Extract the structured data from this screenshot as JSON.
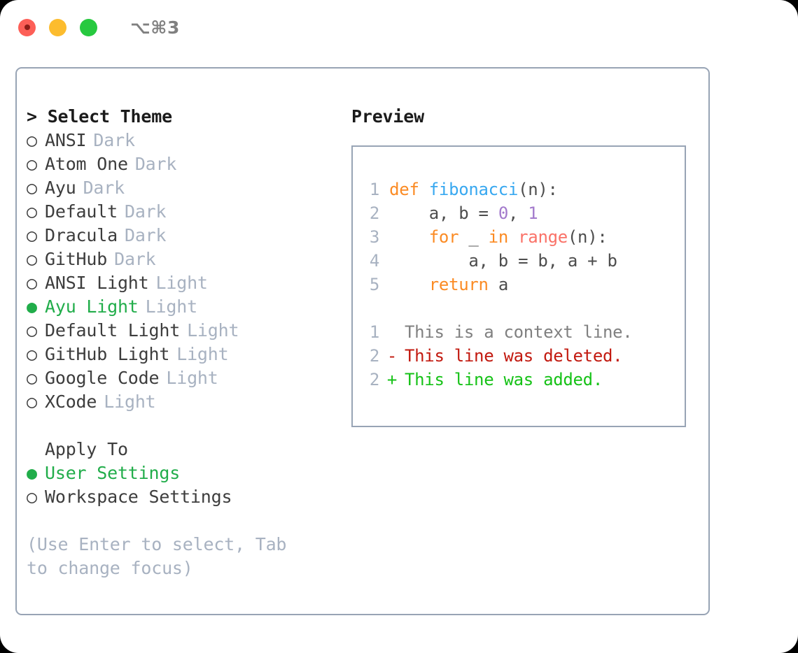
{
  "titlebar": {
    "shortcut": "⌥⌘3",
    "lights": [
      "close",
      "minimize",
      "maximize"
    ]
  },
  "theme_list": {
    "header": "> Select Theme",
    "items": [
      {
        "bullet": "○",
        "label": "ANSI",
        "tag": "Dark",
        "selected": false
      },
      {
        "bullet": "○",
        "label": "Atom One",
        "tag": "Dark",
        "selected": false
      },
      {
        "bullet": "○",
        "label": "Ayu",
        "tag": "Dark",
        "selected": false
      },
      {
        "bullet": "○",
        "label": "Default",
        "tag": "Dark",
        "selected": false
      },
      {
        "bullet": "○",
        "label": "Dracula",
        "tag": "Dark",
        "selected": false
      },
      {
        "bullet": "○",
        "label": "GitHub",
        "tag": "Dark",
        "selected": false
      },
      {
        "bullet": "○",
        "label": "ANSI Light",
        "tag": "Light",
        "selected": false
      },
      {
        "bullet": "●",
        "label": "Ayu Light",
        "tag": "Light",
        "selected": true
      },
      {
        "bullet": "○",
        "label": "Default Light",
        "tag": "Light",
        "selected": false
      },
      {
        "bullet": "○",
        "label": "GitHub Light",
        "tag": "Light",
        "selected": false
      },
      {
        "bullet": "○",
        "label": "Google Code",
        "tag": "Light",
        "selected": false
      },
      {
        "bullet": "○",
        "label": "XCode",
        "tag": "Light",
        "selected": false
      }
    ]
  },
  "apply_to": {
    "header": "Apply To",
    "items": [
      {
        "bullet": "●",
        "label": "User Settings",
        "selected": true
      },
      {
        "bullet": "○",
        "label": "Workspace Settings",
        "selected": false
      }
    ]
  },
  "hint": "(Use Enter to select, Tab to change focus)",
  "preview": {
    "header": "Preview",
    "code_lines": [
      {
        "n": "1",
        "tokens": [
          {
            "t": "def",
            "c": "kw"
          },
          {
            "t": " ",
            "c": "pn"
          },
          {
            "t": "fibonacci",
            "c": "fn"
          },
          {
            "t": "(n):",
            "c": "pn"
          }
        ]
      },
      {
        "n": "2",
        "tokens": [
          {
            "t": "    a, b = ",
            "c": "pn"
          },
          {
            "t": "0",
            "c": "num"
          },
          {
            "t": ", ",
            "c": "pn"
          },
          {
            "t": "1",
            "c": "num"
          }
        ]
      },
      {
        "n": "3",
        "tokens": [
          {
            "t": "    ",
            "c": "pn"
          },
          {
            "t": "for",
            "c": "kw"
          },
          {
            "t": " _ ",
            "c": "pn"
          },
          {
            "t": "in",
            "c": "kw"
          },
          {
            "t": " ",
            "c": "pn"
          },
          {
            "t": "range",
            "c": "bi"
          },
          {
            "t": "(n):",
            "c": "pn"
          }
        ]
      },
      {
        "n": "4",
        "tokens": [
          {
            "t": "        a, b = b, a + b",
            "c": "pn"
          }
        ]
      },
      {
        "n": "5",
        "tokens": [
          {
            "t": "    ",
            "c": "pn"
          },
          {
            "t": "return",
            "c": "kw"
          },
          {
            "t": " a",
            "c": "pn"
          }
        ]
      }
    ],
    "diff_lines": [
      {
        "n": "1",
        "mark": " ",
        "text": "This is a context line.",
        "c": "ctx"
      },
      {
        "n": "2",
        "mark": "-",
        "text": "This line was deleted.",
        "c": "del"
      },
      {
        "n": "2",
        "mark": "+",
        "text": "This line was added.",
        "c": "add"
      }
    ]
  },
  "colors": {
    "accent_green": "#21ad4a",
    "border": "#98a4b5",
    "muted": "#a8b2c1",
    "keyword": "#fb8b24",
    "function": "#38a8f0",
    "number": "#a37acc",
    "builtin": "#fa7268",
    "deleted": "#c2190f",
    "added": "#16c217"
  }
}
